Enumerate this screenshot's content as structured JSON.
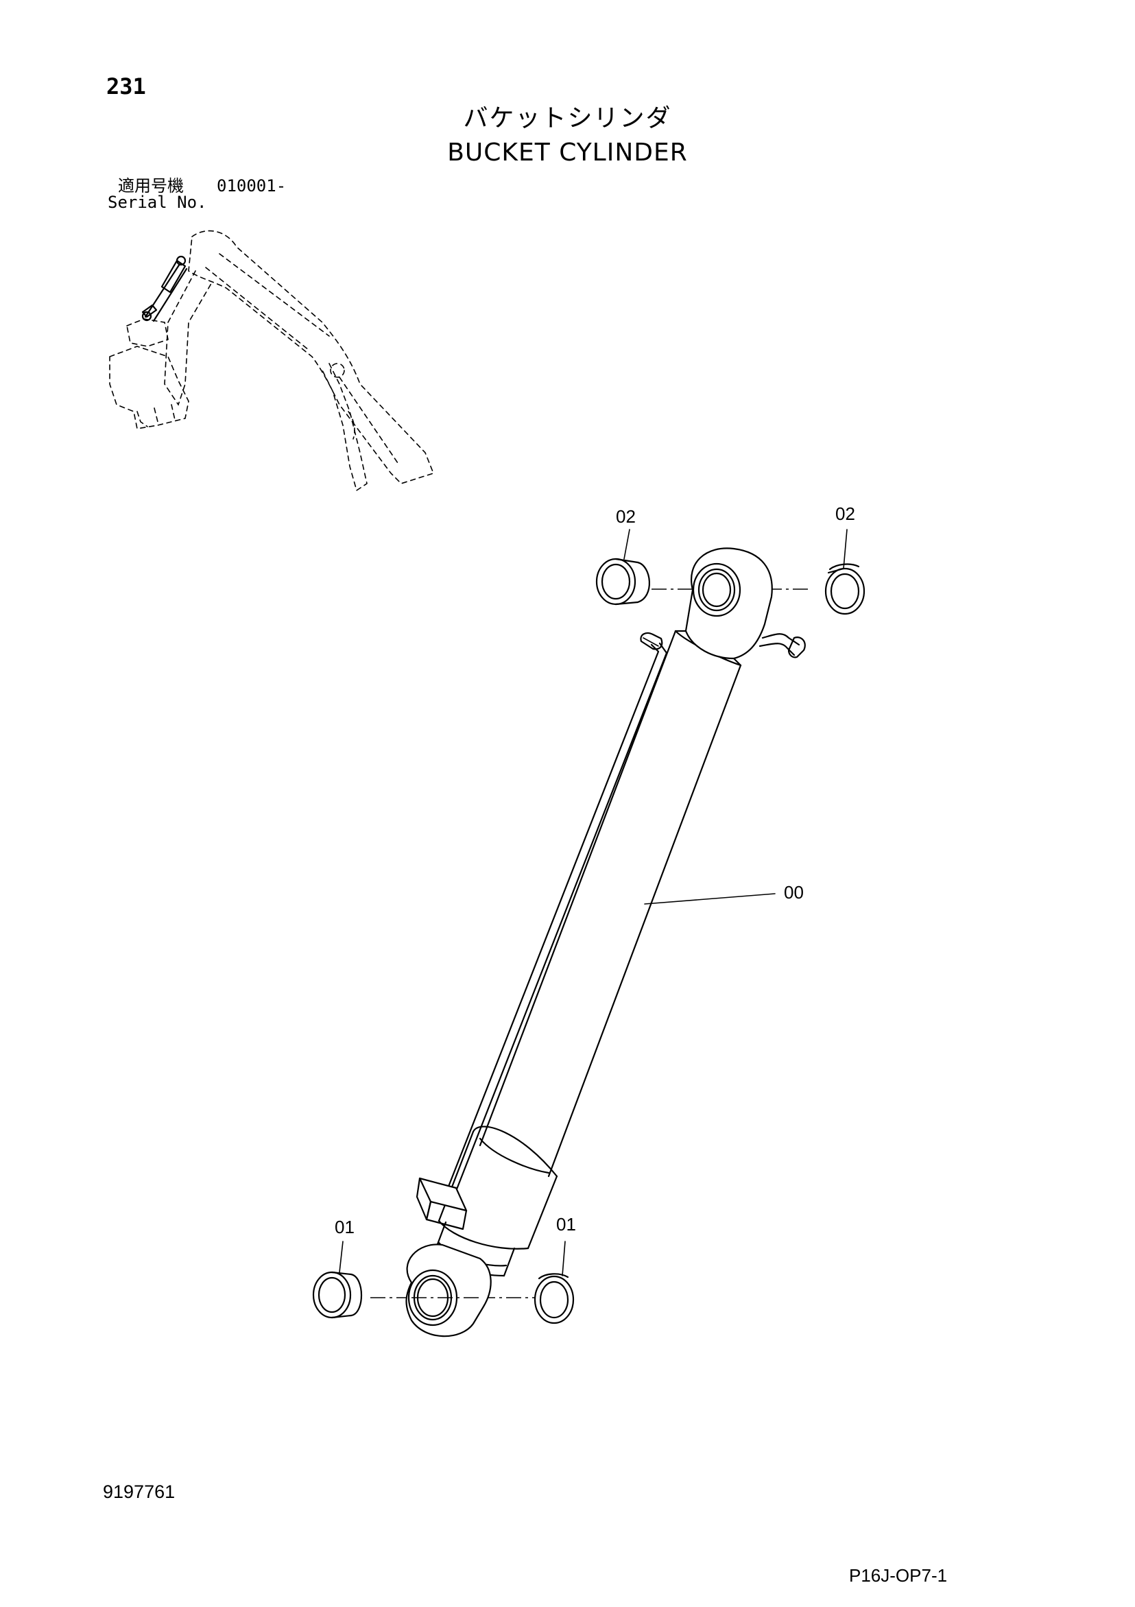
{
  "page": {
    "number": "231",
    "title_jp": "バケットシリンダ",
    "title_en": "BUCKET CYLINDER",
    "serial_label_jp": "適用号機",
    "serial_value": "010001-",
    "serial_label_en": "Serial No.",
    "drawing_number": "9197761",
    "page_code": "P16J-OP7-1"
  },
  "callouts": [
    {
      "id": "02-left",
      "label": "02"
    },
    {
      "id": "02-right",
      "label": "02"
    },
    {
      "id": "00",
      "label": "00"
    },
    {
      "id": "01-left",
      "label": "01"
    },
    {
      "id": "01-right",
      "label": "01"
    }
  ],
  "colors": {
    "ink": "#000000",
    "paper": "#ffffff"
  },
  "icons": {
    "excavator": "excavator-arm-location-icon",
    "cylinder": "bucket-cylinder-drawing",
    "bushing": "bushing-ring-drawing"
  }
}
